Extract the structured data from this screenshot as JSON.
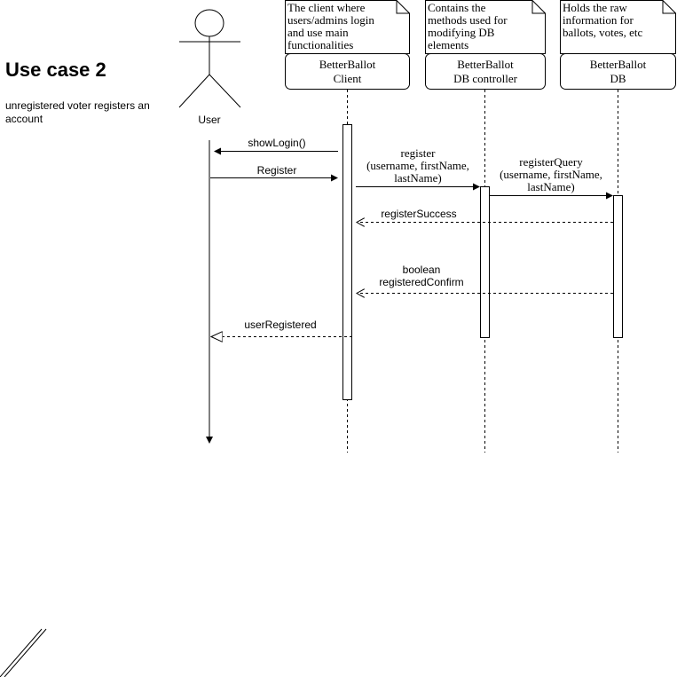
{
  "diagram": {
    "title": "Use case 2",
    "subtitle": "unregistered voter registers an account",
    "actor": {
      "label": "User"
    },
    "lifelines": [
      {
        "label": "BetterBallot\nClient"
      },
      {
        "label": "BetterBallot\nDB controller"
      },
      {
        "label": "BetterBallot\nDB"
      }
    ],
    "notes": [
      {
        "text": "The client where\nusers/admins login\nand use main\nfunctionalities"
      },
      {
        "text": "Contains the\nmethods used for\nmodifying DB\nelements"
      },
      {
        "text": "Holds the raw\ninformation for\nballots, votes, etc"
      }
    ],
    "messages": [
      {
        "label": "showLogin()"
      },
      {
        "label": "Register"
      },
      {
        "label": "register\n(username, firstName,\nlastName)"
      },
      {
        "label": "registerQuery\n(username, firstName,\nlastName)"
      },
      {
        "label": "registerSuccess"
      },
      {
        "label": "boolean\nregisteredConfirm"
      },
      {
        "label": "userRegistered"
      }
    ]
  }
}
